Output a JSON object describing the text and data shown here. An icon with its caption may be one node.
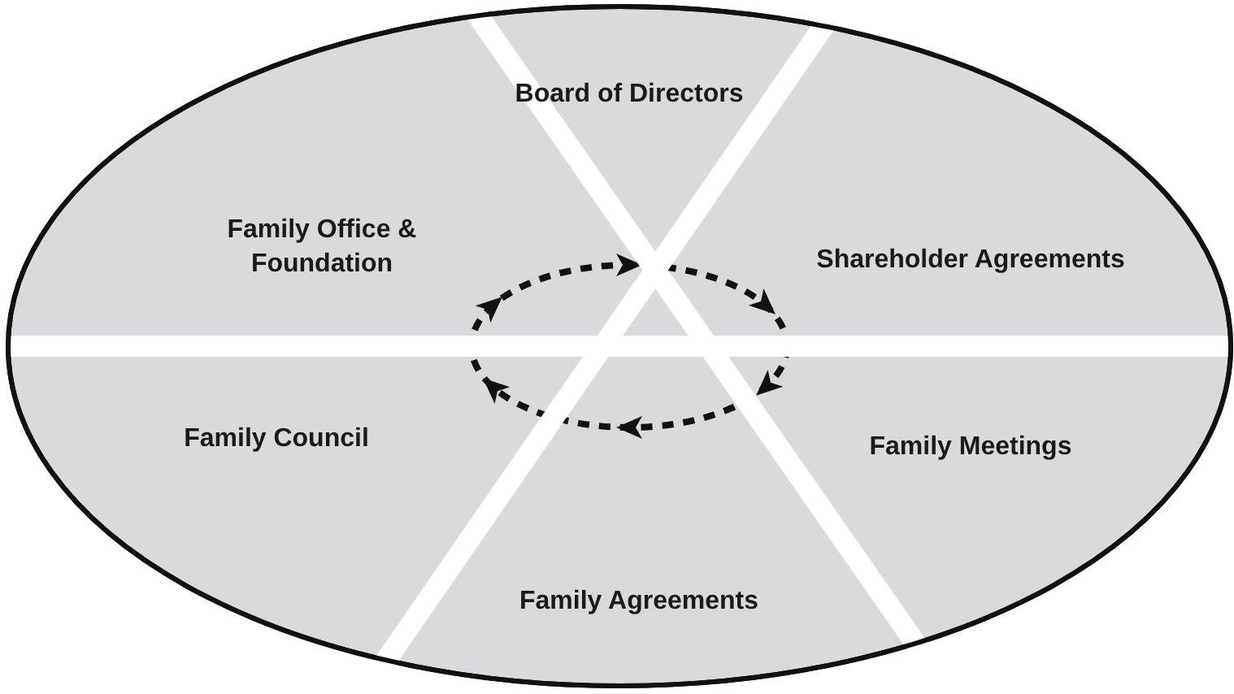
{
  "diagram": {
    "nodes": [
      {
        "text": [
          "Board of Directors"
        ]
      },
      {
        "text": [
          "Shareholder Agreements"
        ]
      },
      {
        "text": [
          "Family Meetings"
        ]
      },
      {
        "text": [
          "Family Agreements"
        ]
      },
      {
        "text": [
          "Family Council"
        ]
      },
      {
        "text": [
          "Family Office & Foundation"
        ]
      }
    ]
  }
}
